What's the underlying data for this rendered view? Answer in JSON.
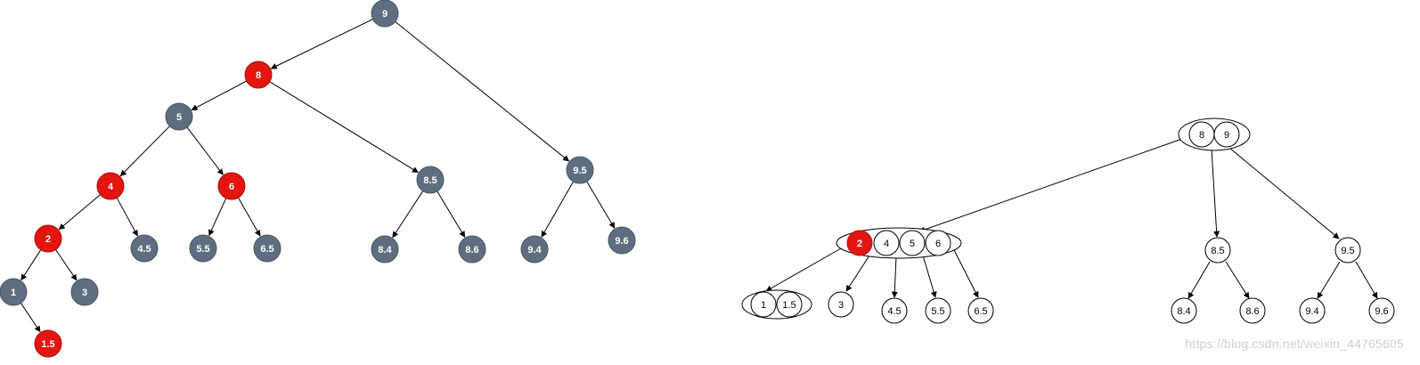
{
  "colors": {
    "black_node": "#5e6e80",
    "red_node": "#e2150f",
    "edge": "#000000",
    "light_node_fill": "#ffffff",
    "light_node_stroke": "#000000"
  },
  "rb_tree": {
    "nodes": [
      {
        "id": "9",
        "label": "9",
        "color": "black"
      },
      {
        "id": "8",
        "label": "8",
        "color": "red"
      },
      {
        "id": "5",
        "label": "5",
        "color": "black"
      },
      {
        "id": "8.5",
        "label": "8.5",
        "color": "black"
      },
      {
        "id": "9.5",
        "label": "9.5",
        "color": "black"
      },
      {
        "id": "4",
        "label": "4",
        "color": "red"
      },
      {
        "id": "6",
        "label": "6",
        "color": "red"
      },
      {
        "id": "2",
        "label": "2",
        "color": "red"
      },
      {
        "id": "4.5",
        "label": "4.5",
        "color": "black"
      },
      {
        "id": "5.5",
        "label": "5.5",
        "color": "black"
      },
      {
        "id": "6.5",
        "label": "6.5",
        "color": "black"
      },
      {
        "id": "8.4",
        "label": "8.4",
        "color": "black"
      },
      {
        "id": "8.6",
        "label": "8.6",
        "color": "black"
      },
      {
        "id": "9.4",
        "label": "9.4",
        "color": "black"
      },
      {
        "id": "9.6",
        "label": "9.6",
        "color": "black"
      },
      {
        "id": "1",
        "label": "1",
        "color": "black"
      },
      {
        "id": "3",
        "label": "3",
        "color": "black"
      },
      {
        "id": "1.5",
        "label": "1.5",
        "color": "red"
      }
    ],
    "edges": [
      [
        "9",
        "8"
      ],
      [
        "9",
        "9.5"
      ],
      [
        "8",
        "5"
      ],
      [
        "8",
        "8.5"
      ],
      [
        "5",
        "4"
      ],
      [
        "5",
        "6"
      ],
      [
        "4",
        "2"
      ],
      [
        "4",
        "4.5"
      ],
      [
        "6",
        "5.5"
      ],
      [
        "6",
        "6.5"
      ],
      [
        "8.5",
        "8.4"
      ],
      [
        "8.5",
        "8.6"
      ],
      [
        "9.5",
        "9.4"
      ],
      [
        "9.5",
        "9.6"
      ],
      [
        "2",
        "1"
      ],
      [
        "2",
        "3"
      ],
      [
        "1",
        "1.5"
      ]
    ]
  },
  "b_tree": {
    "groups": [
      {
        "id": "root",
        "keys": [
          {
            "label": "8",
            "color": "white"
          },
          {
            "label": "9",
            "color": "white"
          }
        ]
      },
      {
        "id": "mid",
        "keys": [
          {
            "label": "2",
            "color": "red"
          },
          {
            "label": "4",
            "color": "white"
          },
          {
            "label": "5",
            "color": "white"
          },
          {
            "label": "6",
            "color": "white"
          }
        ]
      },
      {
        "id": "low",
        "keys": [
          {
            "label": "1",
            "color": "white"
          },
          {
            "label": "1.5",
            "color": "white"
          }
        ]
      }
    ],
    "singles": [
      {
        "id": "b8.5",
        "label": "8.5"
      },
      {
        "id": "b9.5",
        "label": "9.5"
      },
      {
        "id": "b3",
        "label": "3"
      },
      {
        "id": "b4.5",
        "label": "4.5"
      },
      {
        "id": "b5.5",
        "label": "5.5"
      },
      {
        "id": "b6.5",
        "label": "6.5"
      },
      {
        "id": "b8.4",
        "label": "8.4"
      },
      {
        "id": "b8.6",
        "label": "8.6"
      },
      {
        "id": "b9.4",
        "label": "9.4"
      },
      {
        "id": "b9.6",
        "label": "9.6"
      }
    ],
    "edges": [
      [
        "root",
        "mid"
      ],
      [
        "root",
        "b8.5"
      ],
      [
        "root",
        "b9.5"
      ],
      [
        "mid",
        "low"
      ],
      [
        "mid",
        "b3"
      ],
      [
        "mid",
        "b4.5"
      ],
      [
        "mid",
        "b5.5"
      ],
      [
        "mid",
        "b6.5"
      ],
      [
        "b8.5",
        "b8.4"
      ],
      [
        "b8.5",
        "b8.6"
      ],
      [
        "b9.5",
        "b9.4"
      ],
      [
        "b9.5",
        "b9.6"
      ]
    ]
  },
  "watermark": "https://blog.csdn.net/weixin_44765605"
}
